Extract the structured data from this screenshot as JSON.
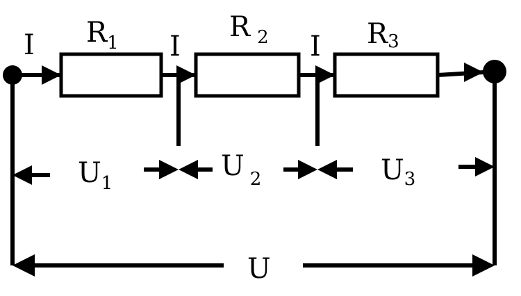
{
  "colors": {
    "ink": "#000000",
    "background": "#ffffff"
  },
  "labels": {
    "current_1": "I",
    "current_2": "I",
    "current_3": "I",
    "resistor_1": {
      "base": "R",
      "sub": "1"
    },
    "resistor_2": {
      "base": "R",
      "sub": "2"
    },
    "resistor_3": {
      "base": "R",
      "sub": "3"
    },
    "voltage_1": {
      "base": "U",
      "sub": "1"
    },
    "voltage_2": {
      "base": "U",
      "sub": "2"
    },
    "voltage_3": {
      "base": "U",
      "sub": "3"
    },
    "voltage_total": "U"
  }
}
